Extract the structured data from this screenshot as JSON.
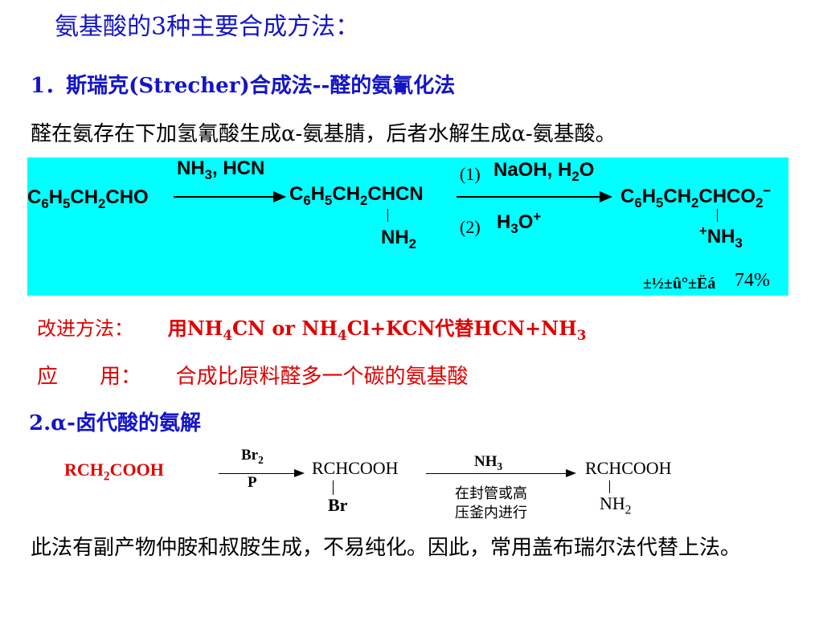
{
  "title": "氨基酸的3种主要合成方法：",
  "section1": {
    "heading": "1．斯瑞克(Strecher)合成法--醛的氨氰化法",
    "description": "醛在氨存在下加氢氰酸生成α-氨基腈，后者水解生成α-氨基酸。",
    "reaction": {
      "reactant": "C6H5CH2CHO",
      "reagent1": "NH3, HCN",
      "intermediate": "C6H5CH2CHCN",
      "intermediate_sub": "NH2",
      "step1_num": "(1)",
      "step1_reagent": "NaOH, H2O",
      "step2_num": "(2)",
      "step2_reagent": "H3O+",
      "product": "C6H5CH2CHCO2−",
      "product_sub": "+NH3",
      "yield_garbled": "±½±û°±Ëá",
      "yield": "74%"
    }
  },
  "improve": {
    "label": "改进方法：",
    "text": "用NH4CN  or NH4Cl+KCN代替HCN+NH3"
  },
  "apply": {
    "label": "应　　用：",
    "text": "合成比原料醛多一个碳的氨基酸"
  },
  "section2": {
    "heading": "2.α-卤代酸的氨解",
    "reactant": "RCH2COOH",
    "reagent_top": "Br2",
    "reagent_bottom": "P",
    "intermediate": "RCHCOOH",
    "intermediate_sub": "Br",
    "reagent2": "NH3",
    "condition_line1": "在封管或高",
    "condition_line2": "压釜内进行",
    "product": "RCHCOOH",
    "product_sub": "NH2"
  },
  "conclusion": "此法有副产物仲胺和叔胺生成，不易纯化。因此，常用盖布瑞尔法代替上法。",
  "colors": {
    "heading_blue": "#1414c8",
    "accent_red": "#e00000",
    "panel_cyan": "#00ffff"
  }
}
